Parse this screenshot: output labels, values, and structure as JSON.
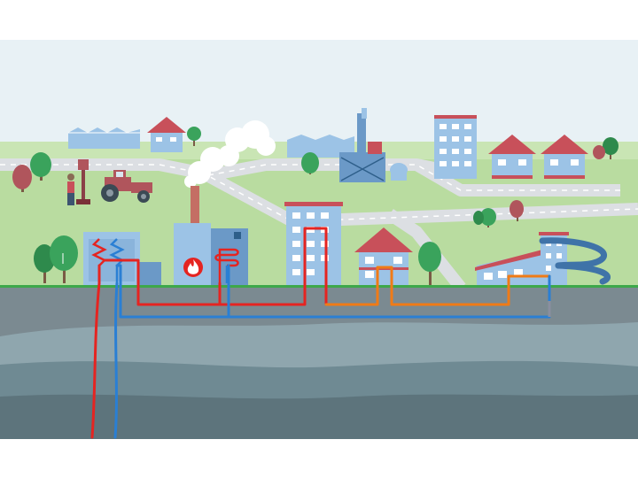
{
  "diagram": {
    "colors": {
      "sky": "#e8f1f5",
      "grass": "#b9dca0",
      "grass_light": "#c9e5b4",
      "road": "#dcdfe3",
      "ground_top": "#7b8a91",
      "ground_layer_1": "#8fa6ae",
      "ground_layer_2": "#6f8a93",
      "ground_layer_3": "#5d747c",
      "ground_line": "#3da84a",
      "pipe_hot": "#e52421",
      "pipe_warm": "#f07b16",
      "pipe_cold": "#2a7fd4",
      "building": "#9cc3e6",
      "building_dark": "#6b99c7",
      "roof": "#c8505a",
      "tree": "#3aa35c",
      "tree_red": "#b0555c",
      "smoke": "#ffffff",
      "flame_badge": "#e52421"
    },
    "icons": [
      "flame-icon",
      "tractor-icon",
      "worker-icon",
      "water-slide-icon"
    ],
    "flows": [
      {
        "name": "hot-supply",
        "color_key": "pipe_hot"
      },
      {
        "name": "warm-distribution",
        "color_key": "pipe_warm"
      },
      {
        "name": "cold-return",
        "color_key": "pipe_cold"
      }
    ]
  }
}
